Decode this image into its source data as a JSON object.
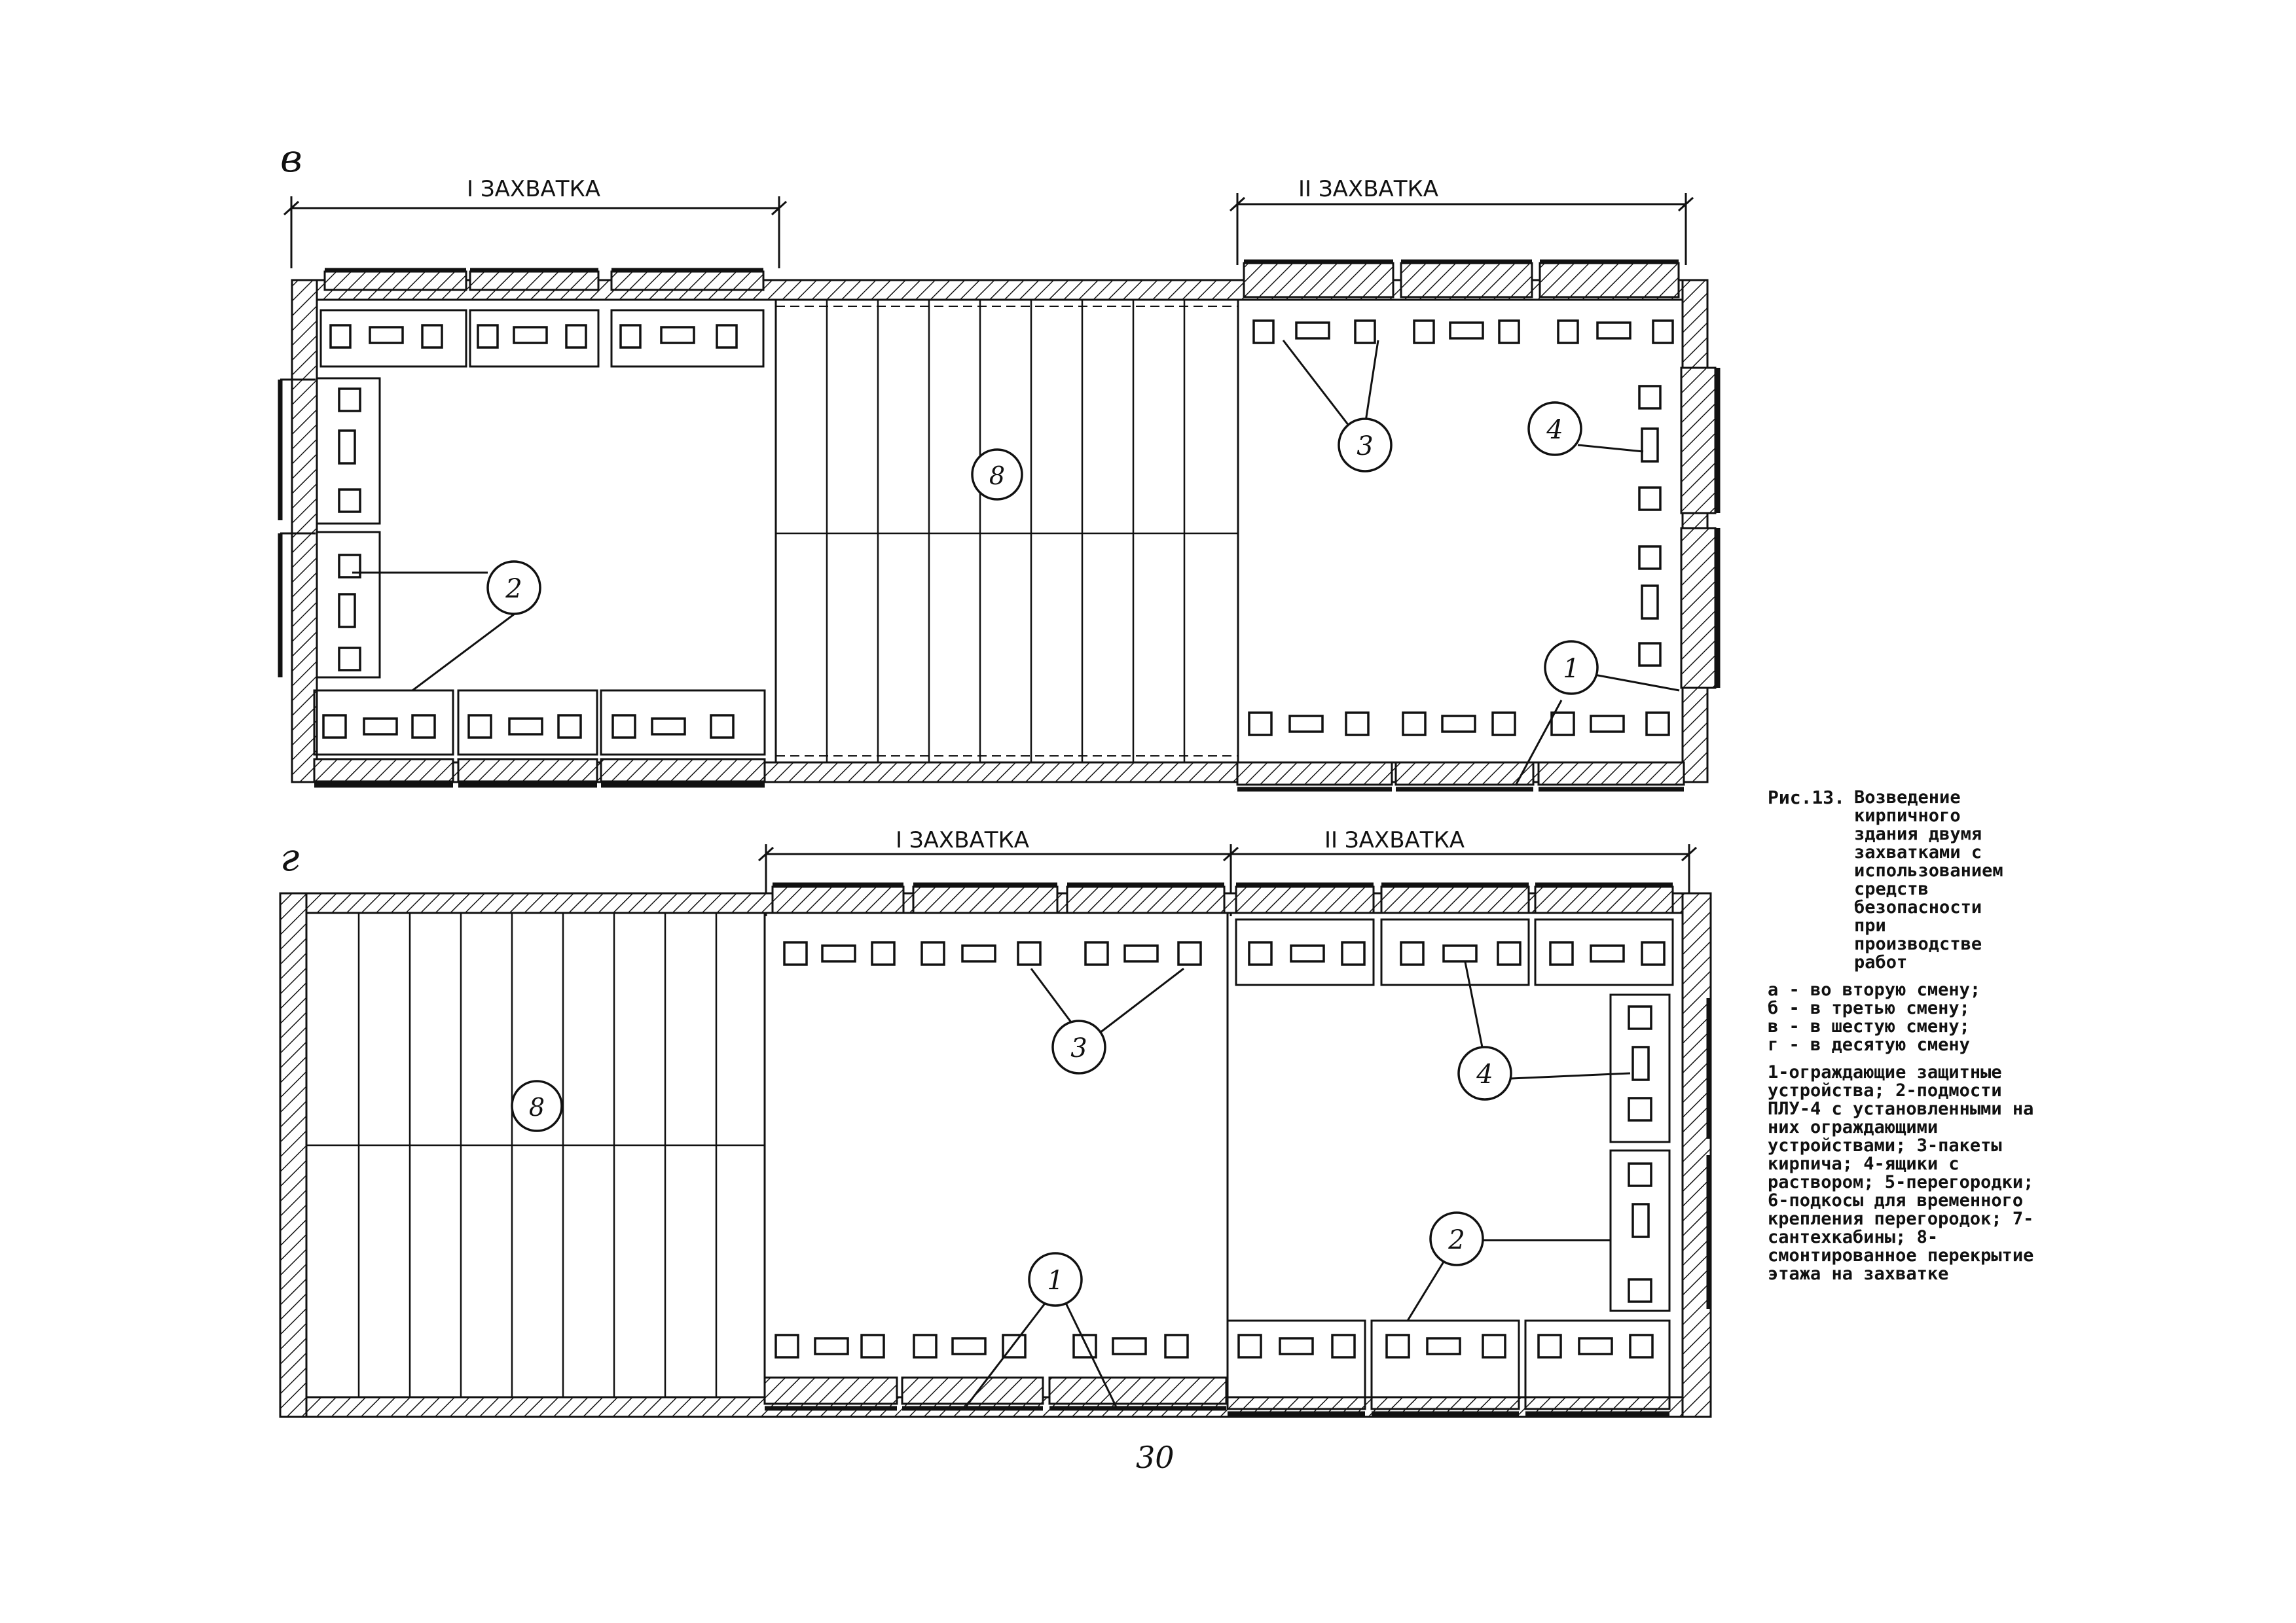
{
  "panels": [
    {
      "letter": "в",
      "zones": [
        "I ЗАХВАТКА",
        "II ЗАХВАТКА"
      ],
      "callouts": [
        "1",
        "2",
        "3",
        "4",
        "8"
      ]
    },
    {
      "letter": "г",
      "zones": [
        "I ЗАХВАТКА",
        "II ЗАХВАТКА"
      ],
      "callouts": [
        "1",
        "2",
        "3",
        "4",
        "8"
      ]
    }
  ],
  "caption": {
    "figure": "Рис.13.",
    "title": "Возведение кирпичного здания двумя захватками с использованием средств безопасности при производстве работ",
    "stages": [
      "а - во вторую смену;",
      "б - в третью смену;",
      "в - в шестую смену;",
      "г - в десятую смену"
    ],
    "legend": "1-ограждающие защитные устройства; 2-подмости ПЛУ-4 с установленными на них ограждающими устройствами; 3-пакеты кирпича; 4-ящики с раствором; 5-перегородки; 6-подкосы для временного крепления перегородок; 7-сантехкабины; 8-смонтированное перекрытие этажа на захватке"
  },
  "page_number": "30",
  "colors": {
    "ink": "#111111",
    "paper": "#ffffff"
  }
}
